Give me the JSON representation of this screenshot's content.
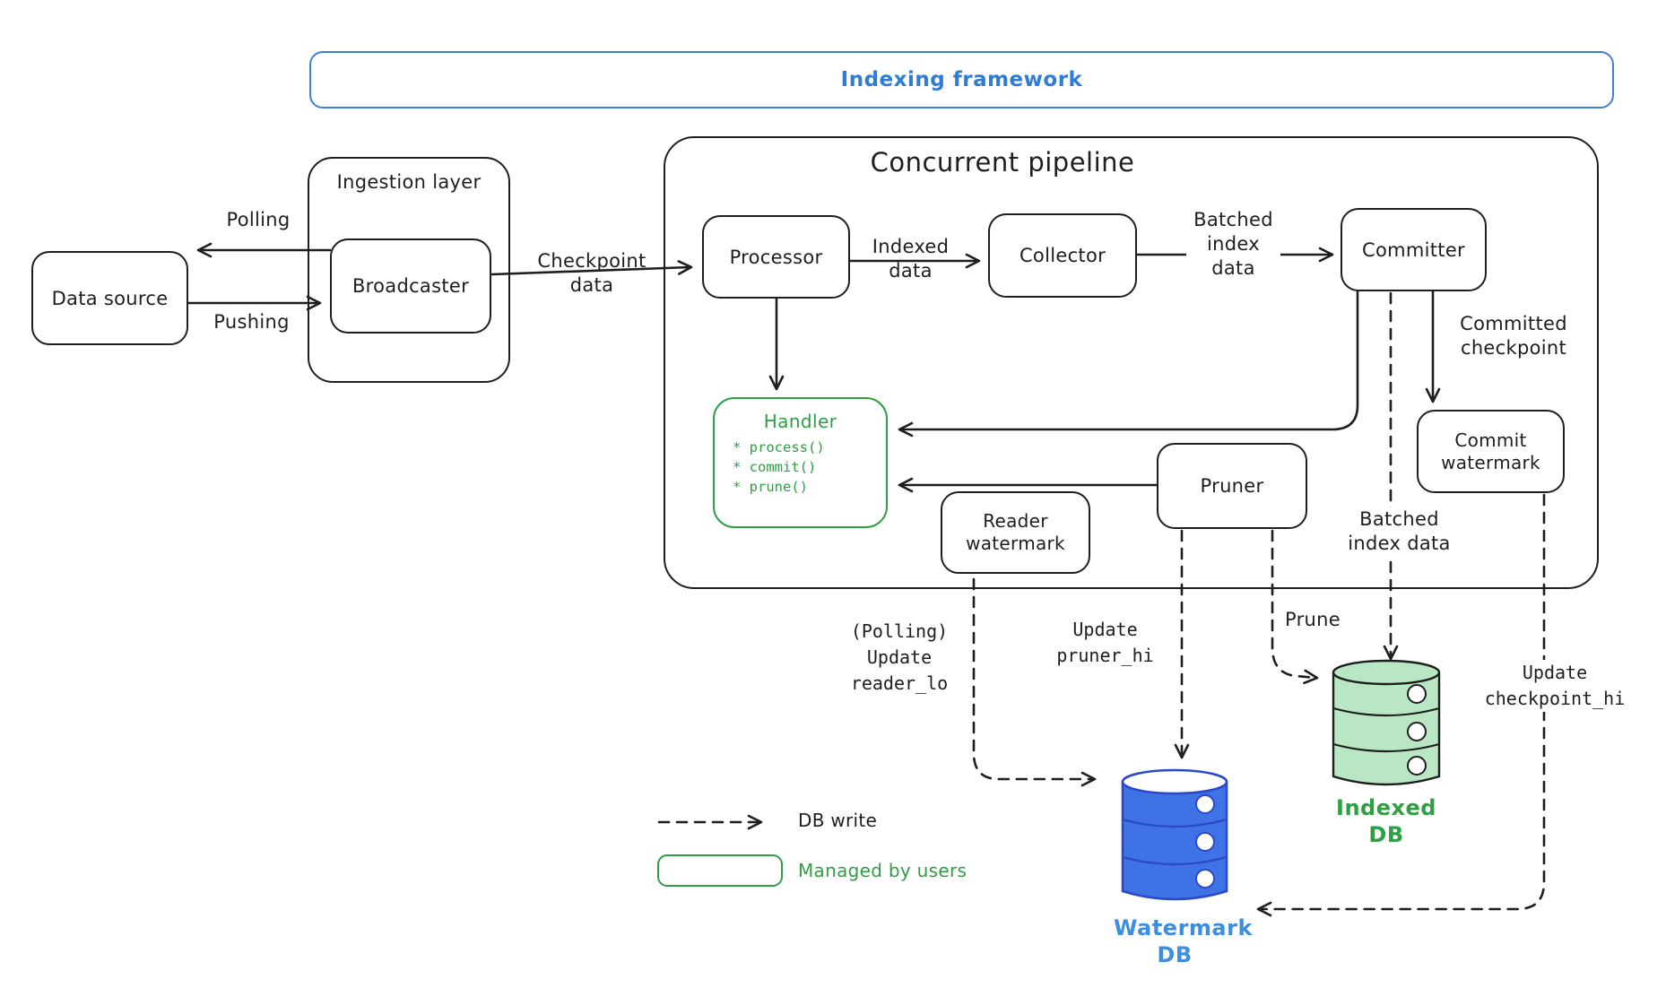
{
  "banner": {
    "label": "Indexing framework"
  },
  "nodes": {
    "data_source": "Data source",
    "ingestion_layer": "Ingestion layer",
    "broadcaster": "Broadcaster",
    "pipeline_title": "Concurrent pipeline",
    "processor": "Processor",
    "collector": "Collector",
    "committer": "Committer",
    "handler_title": "Handler",
    "handler_methods": "* process()\n* commit()\n* prune()",
    "reader_watermark": "Reader\nwatermark",
    "pruner": "Pruner",
    "commit_watermark": "Commit\nwatermark"
  },
  "edge_labels": {
    "polling": "Polling",
    "pushing": "Pushing",
    "checkpoint_data": "Checkpoint\ndata",
    "indexed_data": "Indexed\ndata",
    "batched_index_data_top": "Batched\nindex\ndata",
    "committed_checkpoint": "Committed\ncheckpoint",
    "batched_index_data_bottom": "Batched\nindex data",
    "prune": "Prune",
    "update_reader_lo": "(Polling)\nUpdate\nreader_lo",
    "update_pruner_hi": "Update\npruner_hi",
    "update_checkpoint_hi": "Update\ncheckpoint_hi"
  },
  "databases": {
    "watermark_db": "Watermark\nDB",
    "indexed_db": "Indexed\nDB"
  },
  "legend": {
    "db_write": "DB write",
    "managed_by_users": "Managed by users"
  },
  "colors": {
    "ink": "#1e1e1e",
    "banner_blue": "#3f7fd9",
    "banner_text_blue": "#2e7cd6",
    "green_accent": "#2f9e44",
    "green_fill": "#b9e7c4",
    "blue_db_fill": "#3e72e5",
    "blue_db_stroke": "#2b49c9",
    "blue_db_label": "#3d8de0"
  }
}
